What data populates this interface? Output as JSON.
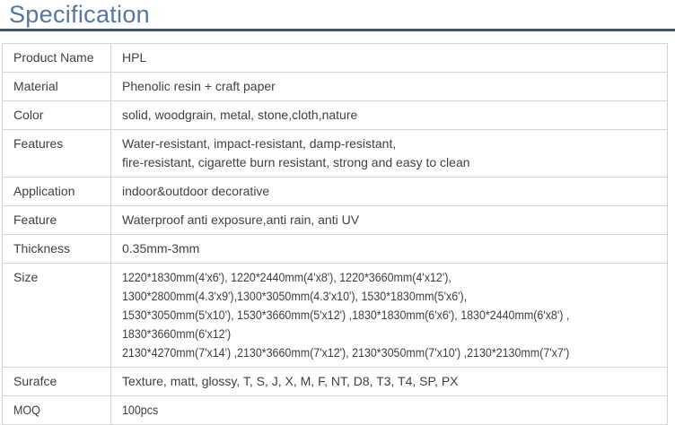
{
  "page": {
    "title": "Specification"
  },
  "colors": {
    "heading_text": "#56779b",
    "title_rule": "#3e5166",
    "table_border": "#d4d4d4",
    "body_text": "#404040",
    "background": "#ffffff"
  },
  "table": {
    "rows": [
      {
        "label": "Product Name",
        "value": "HPL"
      },
      {
        "label": "Material",
        "value": "Phenolic resin + craft paper"
      },
      {
        "label": "Color",
        "value": "solid, woodgrain, metal, stone,cloth,nature"
      },
      {
        "label": "Features",
        "value": "Water-resistant, impact-resistant, damp-resistant,\nfire-resistant, cigarette burn resistant, strong and easy to clean"
      },
      {
        "label": "Application",
        "value": "indoor&outdoor decorative"
      },
      {
        "label": "Feature",
        "value": "Waterproof anti exposure,anti rain, anti UV"
      },
      {
        "label": "Thickness",
        "value": "0.35mm-3mm"
      },
      {
        "label": "Size",
        "value": "1220*1830mm(4'x6'), 1220*2440mm(4'x8'), 1220*3660mm(4'x12'),\n1300*2800mm(4.3'x9'),1300*3050mm(4.3'x10'), 1530*1830mm(5'x6'),\n1530*3050mm(5'x10'), 1530*3660mm(5'x12') ,1830*1830mm(6'x6'), 1830*2440mm(6'x8') ,\n1830*3660mm(6'x12')\n2130*4270mm(7'x14') ,2130*3660mm(7'x12'), 2130*3050mm(7'x10') ,2130*2130mm(7'x7')"
      },
      {
        "label": "Surafce",
        "value": "Texture, matt, glossy, T, S, J, X, M, F, NT, D8, T3, T4, SP, PX"
      },
      {
        "label": "MOQ",
        "value": "100pcs"
      }
    ]
  }
}
